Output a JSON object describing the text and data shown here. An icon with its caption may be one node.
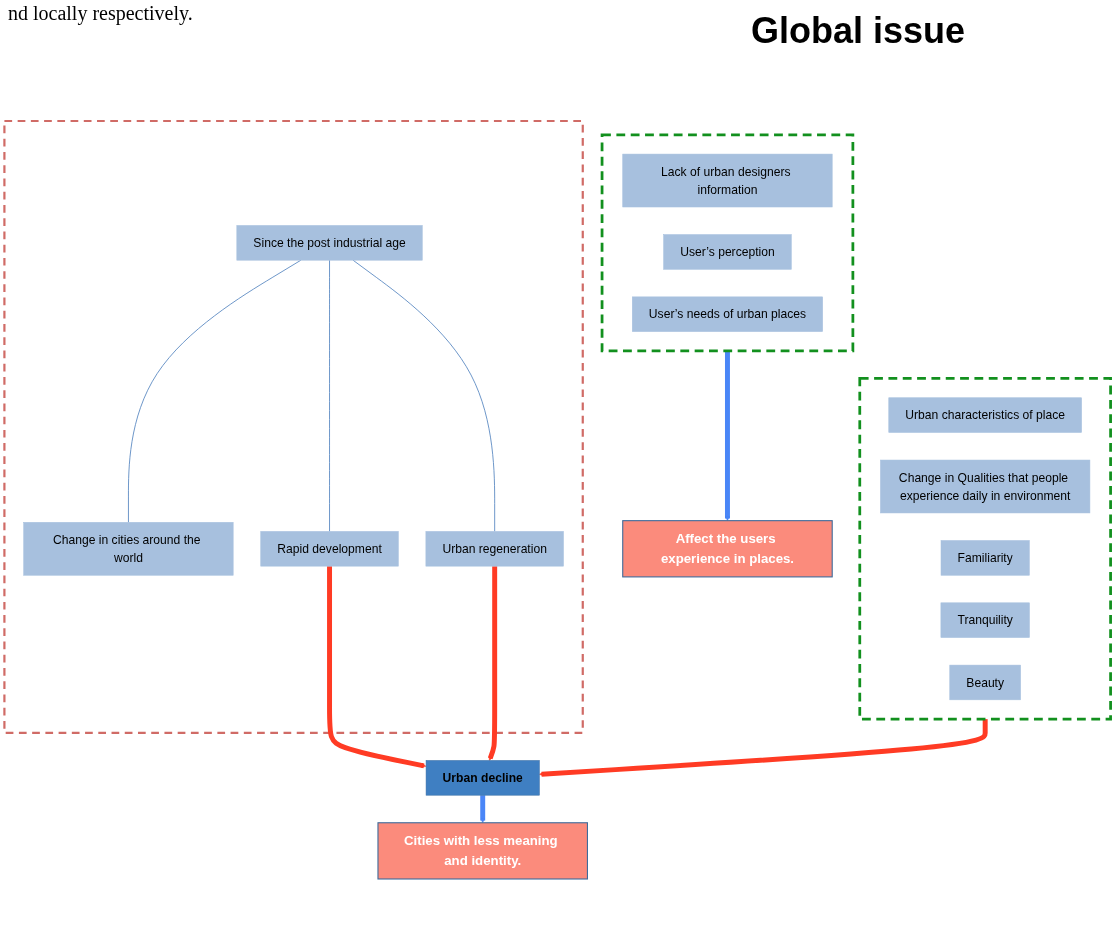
{
  "diagram": {
    "title": "Global issue",
    "nodes": [
      {
        "text": [],
        "shape": "box"
      },
      {
        "text": [
          "Since the post industrial age"
        ],
        "in": 0
      },
      {
        "text": [
          "Change in cities around the world"
        ],
        "in": 0
      },
      {
        "text": [
          "Rapid development"
        ],
        "in": 0
      },
      {
        "text": [
          "Urban regeneration"
        ],
        "in": 0
      },
      {
        "text": [
          "Urban decline"
        ]
      },
      {
        "text": [
          "Cities with less meaning and identity."
        ]
      },
      {
        "text": [],
        "shape": "box"
      },
      {
        "text": [
          "Urban characteristics of place"
        ],
        "in": 7
      },
      {
        "text": [
          "Change in Qualities that people experience daily in environment"
        ],
        "in": 7
      },
      {
        "text": [
          "Familiarity"
        ],
        "in": 7
      },
      {
        "text": [
          "Tranquility"
        ],
        "in": 7
      },
      {
        "text": [
          "Beauty"
        ],
        "in": 7
      },
      {
        "text": [],
        "shape": "box"
      },
      {
        "text": [
          "Lack of urban designers information"
        ],
        "in": 13
      },
      {
        "text": [
          "User’s perception"
        ],
        "in": 13
      },
      {
        "text": [
          "User’s needs of urban places"
        ],
        "in": 13
      },
      {
        "text": [
          "Affect the users experience in places."
        ]
      }
    ],
    "edges": [
      {
        "from": 1,
        "to": 2,
        "arrow": "none",
        "color": "#4f81bd"
      },
      {
        "from": 1,
        "to": 3,
        "arrow": "none",
        "color": "#4f81bd"
      },
      {
        "from": 1,
        "to": 4,
        "arrow": "none",
        "color": "#4f81bd"
      },
      {
        "from": 3,
        "to": 5,
        "arrow": "to",
        "color": "#ff3b24"
      },
      {
        "from": 4,
        "to": 5,
        "arrow": "to",
        "color": "#ff3b24"
      },
      {
        "from": 7,
        "to": 5,
        "arrow": "to",
        "color": "#ff3b24"
      },
      {
        "from": 5,
        "to": 6,
        "arrow": "to",
        "color": "#4a86f7"
      },
      {
        "from": 13,
        "to": 17,
        "arrow": "to",
        "color": "#4a86f7"
      }
    ],
    "labels": [
      "nd locally respectively."
    ]
  }
}
